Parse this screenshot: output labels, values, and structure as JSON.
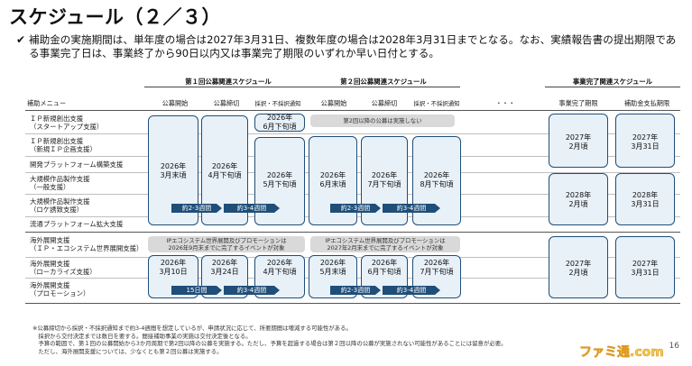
{
  "title": "スケジュール（２／３）",
  "lead": "補助金の実施期間は、単年度の場合は2027年3月31日、複数年度の場合は2028年3月31日までとなる。なお、実績報告書の提出期限である事業完了日は、事業終了から90日以内又は事業完了期限のいずれか早い日付とする。",
  "bands": {
    "round1": "第１回公募関連スケジュール",
    "round2": "第２回公募関連スケジュール",
    "completion": "事業完了関連スケジュール"
  },
  "columns": {
    "menu": "補助メニュー",
    "open": "公募開始",
    "close": "公募締切",
    "notify": "採択・不採択通知",
    "dots": "・・・",
    "deadline": "事業完了期限",
    "grant_deadline": "補助金支払期限"
  },
  "rows": [
    {
      "l1": "ＩＰ新規創出支援",
      "l2": "（スタートアップ支援）"
    },
    {
      "l1": "ＩＰ新規創出支援",
      "l2": "（新規ＩＰ企画支援）"
    },
    {
      "l1": "開発プラットフォーム構築支援",
      "l2": ""
    },
    {
      "l1": "大規模作品製作支援",
      "l2": "（一般支援）"
    },
    {
      "l1": "大規模作品製作支援",
      "l2": "（ロケ誘致支援）"
    },
    {
      "l1": "流通プラットフォーム拡大支援",
      "l2": ""
    },
    {
      "l1": "海外展開支援",
      "l2": "（ＩＰ・エコシステム世界展開支援）"
    },
    {
      "l1": "海外展開支援",
      "l2": "（ローカライズ支援）"
    },
    {
      "l1": "海外展開支援",
      "l2": "（プロモーション）"
    }
  ],
  "cells": {
    "r1_open": "2026年\n3月末頃",
    "r1_close": "2026年\n4月下旬頃",
    "r1_notify_first": "2026年\n6月下旬頃",
    "r1_notify": "2026年\n5月下旬頃",
    "r2_gray": "第2回以降の公募は実施しない",
    "r2_open": "2026年\n6月末頃",
    "r2_close": "2026年\n7月下旬頃",
    "r2_notify": "2026年\n8月下旬頃",
    "dl_a": "2027年\n2月頃",
    "gd_a": "2027年\n3月31日",
    "dl_b": "2028年\n2月頃",
    "gd_b": "2028年\n3月31日",
    "ov_gray1": "IPエコシステム世界展開及びプロモーションは\n2026年9月末までに完了するイベントが対象",
    "ov_open": "2026年\n3月10日",
    "ov_close": "2026年\n3月24日",
    "ov_notify": "2026年\n4月下旬頃",
    "ov_gray2": "IPエコシステム世界展開及びプロモーションは\n2027年2月末までに完了するイベントが対象",
    "ov2_open": "2026年\n5月末頃",
    "ov2_close": "2026年\n6月下旬頃",
    "ov2_notify": "2026年\n7月下旬頃",
    "dl_c": "2027年\n2月頃",
    "gd_c": "2027年\n3月31日"
  },
  "arrows": {
    "a1": "約2-3週間",
    "a2": "約3-4週間",
    "a3": "約2-3週間",
    "a4": "約3-4週間",
    "a5": "15日間",
    "a6": "約3-4週間",
    "a7": "約2-3週間",
    "a8": "約3-4週間"
  },
  "notes": [
    "※公募締切から採択・不採択通知まで約3-4週間を想定しているが、申請状況に応じて、所要期間は増減する可能性がある。",
    "　採択から交付決定までは数日を要する。間接補助事業の実施は交付決定後となる。",
    "　予算の範囲で、第１回の公募開始から3か月周期で第2回以降の公募を実施する。ただし、予算を超過する場合は第２回以降の公募が実施されない可能性があることには留意が必要。",
    "　ただし、海外展開支援については、少なくとも第２回公募は実施する。"
  ],
  "page_number": "16",
  "watermark": "ファミ通.com"
}
